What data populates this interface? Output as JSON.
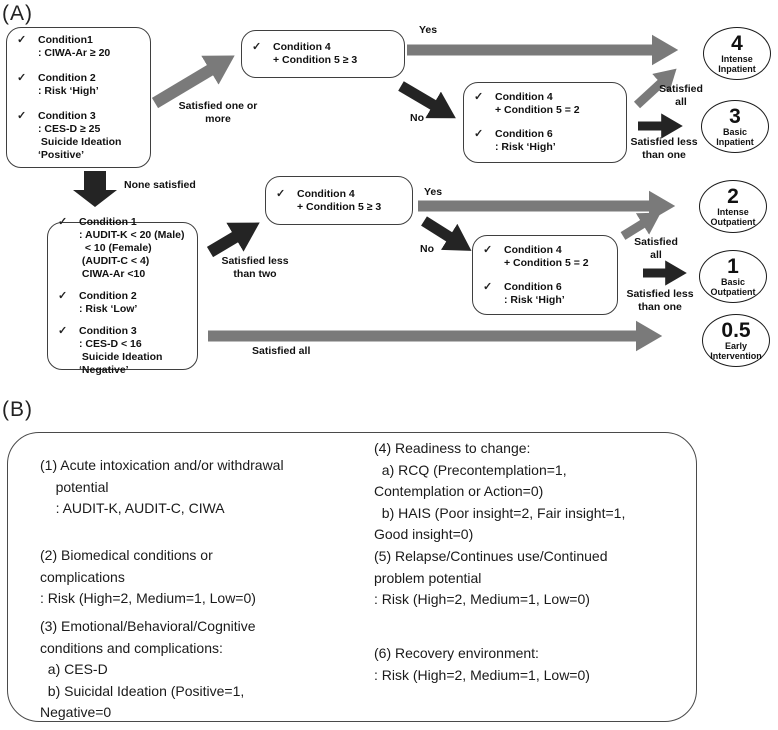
{
  "colors": {
    "arrow_gray": "#7a7a7a",
    "arrow_black": "#242424",
    "box_border": "#3f3f3f",
    "text": "#1a1a1a"
  },
  "panel_a": {
    "label": "(A)",
    "check_icon": "✓",
    "boxes": [
      {
        "items": [
          {
            "title": "Condition1",
            "detail": ": CIWA-Ar ≥ 20"
          },
          {
            "title": "Condition 2",
            "detail": ": Risk ‘High’"
          },
          {
            "title": "Condition 3",
            "detail": ": CES-D ≥ 25\n Suicide Ideation\n‘Positive’"
          }
        ]
      },
      {
        "items": [
          {
            "title": "Condition 4",
            "detail": "+ Condition 5 ≥ 3"
          }
        ]
      },
      {
        "items": [
          {
            "title": "Condition 4",
            "detail": "+ Condition 5 = 2"
          },
          {
            "title": "Condition 6",
            "detail": ": Risk ‘High’"
          }
        ]
      },
      {
        "items": [
          {
            "title": "Condition 1",
            "detail": ": AUDIT-K < 20 (Male)\n  < 10 (Female)\n (AUDIT-C < 4)\n CIWA-Ar <10"
          },
          {
            "title": "Condition 2",
            "detail": ": Risk ‘Low’"
          },
          {
            "title": "Condition 3",
            "detail": ": CES-D < 16\n Suicide Ideation\n‘Negative’"
          }
        ]
      },
      {
        "items": [
          {
            "title": "Condition 4",
            "detail": "+ Condition 5 ≥ 3"
          }
        ]
      },
      {
        "items": [
          {
            "title": "Condition 4",
            "detail": "+ Condition 5 = 2"
          },
          {
            "title": "Condition 6",
            "detail": ": Risk ‘High’"
          }
        ]
      }
    ],
    "labels": {
      "satisfied_one_or_more": "Satisfied one or\nmore",
      "none_satisfied": "None satisfied",
      "yes_top": "Yes",
      "no_top": "No",
      "satisfied_all_top": "Satisfied\nall",
      "satisfied_less_one_top": "Satisfied less\nthan one",
      "satisfied_less_two": "Satisfied less\nthan two",
      "yes_mid": "Yes",
      "no_mid": "No",
      "satisfied_all_mid": "Satisfied\nall",
      "satisfied_less_one_mid": "Satisfied less\nthan one",
      "satisfied_all_bottom": "Satisfied all"
    },
    "circles": [
      {
        "number": "4",
        "label": "Intense\nInpatient"
      },
      {
        "number": "3",
        "label": "Basic\nInpatient"
      },
      {
        "number": "2",
        "label": "Intense\nOutpatient"
      },
      {
        "number": "1",
        "label": "Basic\nOutpatient"
      },
      {
        "number": "0.5",
        "label": "Early\nIntervention"
      }
    ]
  },
  "panel_b": {
    "label": "(B)",
    "items": [
      {
        "text": "(1) Acute intoxication and/or withdrawal\n    potential\n    : AUDIT-K, AUDIT-C, CIWA"
      },
      {
        "text": "(2) Biomedical conditions or\ncomplications\n: Risk (High=2, Medium=1, Low=0)"
      },
      {
        "text": "(3) Emotional/Behavioral/Cognitive\nconditions and complications:\n  a) CES-D\n  b) Suicidal Ideation (Positive=1,\nNegative=0"
      },
      {
        "text": "(4) Readiness to change:\n  a) RCQ (Precontemplation=1,\nContemplation or Action=0)\n  b) HAIS (Poor insight=2, Fair insight=1,\nGood insight=0)"
      },
      {
        "text": "(5) Relapse/Continues use/Continued\nproblem potential\n: Risk (High=2, Medium=1, Low=0)"
      },
      {
        "text": "(6) Recovery environment:\n: Risk (High=2, Medium=1, Low=0)"
      }
    ]
  }
}
